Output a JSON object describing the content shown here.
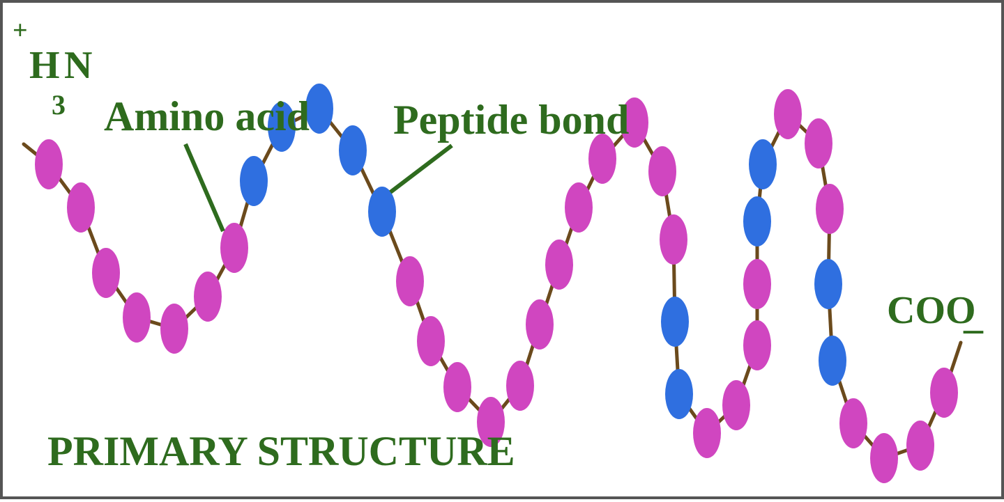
{
  "diagram": {
    "n_terminus": {
      "charge": "+",
      "atom1": "H",
      "subscript": "3",
      "atom2": "N"
    },
    "c_terminus": {
      "text": "COO",
      "charge": "–"
    },
    "labels": {
      "amino_acid": "Amino acid",
      "peptide_bond": "Peptide bond",
      "title": "PRIMARY STRUCTURE"
    },
    "colors": {
      "amino_acid": "#d046c0",
      "highlighted_residue": "#2f6fe0",
      "backbone": "#6b4a1c",
      "label_text": "#2e6b1e",
      "leader_line": "#2e6b1e",
      "border": "#555555"
    },
    "residues": [
      {
        "type": "amino-acid"
      },
      {
        "type": "amino-acid"
      },
      {
        "type": "amino-acid"
      },
      {
        "type": "amino-acid"
      },
      {
        "type": "amino-acid"
      },
      {
        "type": "amino-acid"
      },
      {
        "type": "amino-acid"
      },
      {
        "type": "highlighted"
      },
      {
        "type": "highlighted"
      },
      {
        "type": "highlighted"
      },
      {
        "type": "highlighted"
      },
      {
        "type": "highlighted"
      },
      {
        "type": "amino-acid"
      },
      {
        "type": "amino-acid"
      },
      {
        "type": "amino-acid"
      },
      {
        "type": "amino-acid"
      },
      {
        "type": "amino-acid"
      },
      {
        "type": "amino-acid"
      },
      {
        "type": "amino-acid"
      },
      {
        "type": "amino-acid"
      },
      {
        "type": "amino-acid"
      },
      {
        "type": "amino-acid"
      },
      {
        "type": "amino-acid"
      },
      {
        "type": "amino-acid"
      },
      {
        "type": "highlighted"
      },
      {
        "type": "highlighted"
      },
      {
        "type": "amino-acid"
      },
      {
        "type": "amino-acid"
      },
      {
        "type": "amino-acid"
      },
      {
        "type": "amino-acid"
      },
      {
        "type": "highlighted"
      },
      {
        "type": "highlighted"
      },
      {
        "type": "amino-acid"
      },
      {
        "type": "amino-acid"
      },
      {
        "type": "amino-acid"
      },
      {
        "type": "highlighted"
      },
      {
        "type": "highlighted"
      },
      {
        "type": "amino-acid"
      },
      {
        "type": "amino-acid"
      },
      {
        "type": "amino-acid"
      },
      {
        "type": "amino-acid"
      },
      {
        "type": "amino-acid"
      }
    ]
  }
}
